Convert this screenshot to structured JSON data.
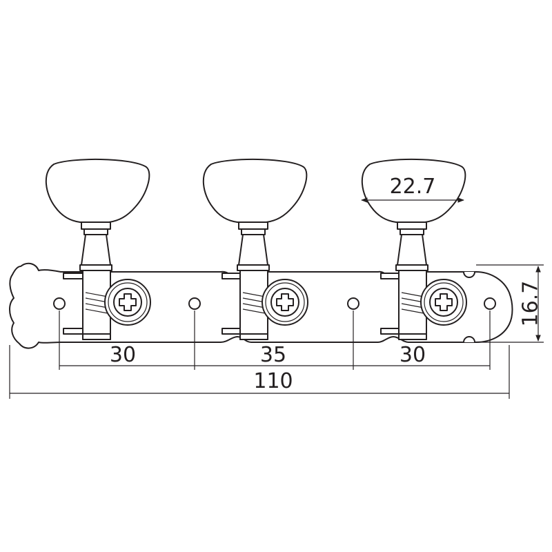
{
  "diagram": {
    "dimensions": {
      "knob_width": "22.7",
      "plate_height": "16.7",
      "spacing_left": "30",
      "spacing_middle": "35",
      "spacing_right": "30",
      "total_length": "110"
    },
    "colors": {
      "line": "#231f20",
      "background": "#ffffff"
    }
  }
}
